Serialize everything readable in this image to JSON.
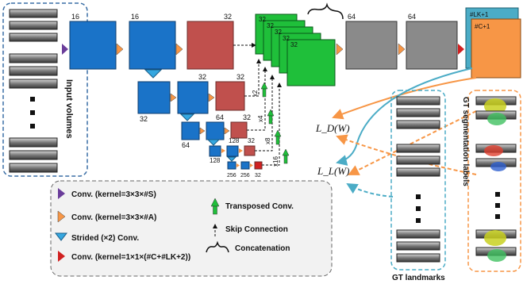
{
  "input_panel": {
    "label": "Input volumes"
  },
  "channels": {
    "enc1a": "16",
    "enc1b": "16",
    "enc1c": "32",
    "enc2a": "32",
    "enc2b": "32",
    "enc3a": "64",
    "enc3b": "64",
    "enc4a": "128",
    "enc4b": "128",
    "enc5a": "256",
    "enc5b": "256",
    "enc5c": "32",
    "concat": "32",
    "dec1": "64",
    "dec2": "64",
    "out_landmark": "#LK+1",
    "out_seg": "#C+1"
  },
  "upsample_factors": {
    "u2": "x2",
    "u4": "x4",
    "u8": "x8",
    "u16": "x16"
  },
  "losses": {
    "dice": "L_D(W)",
    "landmark": "L_L(W)"
  },
  "gt_seg_panel": {
    "label": "GT segmentation labels"
  },
  "gt_landmarks_panel": {
    "label": "GT landmarks"
  },
  "legend": {
    "conv_s": "Conv. (kernel=3×3×#S)",
    "conv_a": "Conv. (kernel=3×3×#A)",
    "strided": "Strided (×2) Conv.",
    "conv_1x1": "Conv. (kernel=1×1×(#C+#LK+2))",
    "transposed": "Transposed Conv.",
    "skip": "Skip Connection",
    "concat": "Concatenation"
  },
  "colors": {
    "blue": "#1a73c8",
    "red": "#c0504d",
    "green": "#1fbf3a",
    "gray": "#8a8a8a",
    "cyan": "#4bacc6",
    "orange": "#f79646",
    "purple": "#6a3d9a",
    "dark_red": "#d02020"
  }
}
